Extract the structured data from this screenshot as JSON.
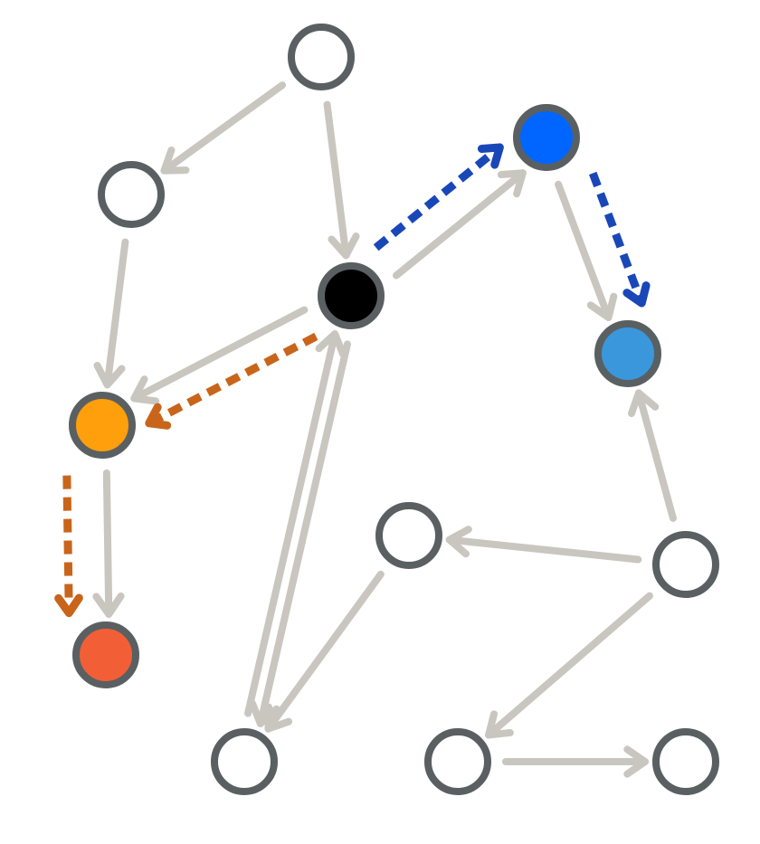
{
  "colors": {
    "background": "#ffffff",
    "node_stroke": "#5a5f62",
    "node_empty_fill": "#ffffff",
    "edge": "#c9c6c0",
    "path_orange": "#c8651b",
    "path_blue": "#1a47b8"
  },
  "nodes": [
    {
      "id": "n-top",
      "fill": "#ffffff"
    },
    {
      "id": "n-upper-left",
      "fill": "#ffffff"
    },
    {
      "id": "n-center",
      "fill": "#000000"
    },
    {
      "id": "n-blue-top",
      "fill": "#0066ff"
    },
    {
      "id": "n-blue-right",
      "fill": "#3a97dc"
    },
    {
      "id": "n-orange",
      "fill": "#ff9f0c"
    },
    {
      "id": "n-red",
      "fill": "#f25f37"
    },
    {
      "id": "n-mid",
      "fill": "#ffffff"
    },
    {
      "id": "n-right",
      "fill": "#ffffff"
    },
    {
      "id": "n-bottom-left",
      "fill": "#ffffff"
    },
    {
      "id": "n-bottom-mid",
      "fill": "#ffffff"
    },
    {
      "id": "n-bottom-right",
      "fill": "#ffffff"
    }
  ],
  "edges": [
    {
      "from": "n-top",
      "to": "n-upper-left"
    },
    {
      "from": "n-top",
      "to": "n-center"
    },
    {
      "from": "n-upper-left",
      "to": "n-orange"
    },
    {
      "from": "n-center",
      "to": "n-orange"
    },
    {
      "from": "n-center",
      "to": "n-blue-top"
    },
    {
      "from": "n-blue-top",
      "to": "n-blue-right"
    },
    {
      "from": "n-orange",
      "to": "n-red"
    },
    {
      "from": "n-right",
      "to": "n-blue-right"
    },
    {
      "from": "n-right",
      "to": "n-mid"
    },
    {
      "from": "n-right",
      "to": "n-bottom-mid"
    },
    {
      "from": "n-bottom-mid",
      "to": "n-bottom-right"
    },
    {
      "from": "n-mid",
      "to": "n-bottom-left"
    },
    {
      "from": "n-center",
      "to": "n-bottom-left"
    },
    {
      "from": "n-bottom-left",
      "to": "n-center"
    }
  ],
  "highlight_paths": [
    {
      "color": "path_orange",
      "steps": [
        [
          "n-center",
          "n-orange"
        ],
        [
          "n-orange",
          "n-red"
        ]
      ]
    },
    {
      "color": "path_blue",
      "steps": [
        [
          "n-center",
          "n-blue-top"
        ],
        [
          "n-blue-top",
          "n-blue-right"
        ]
      ]
    }
  ]
}
